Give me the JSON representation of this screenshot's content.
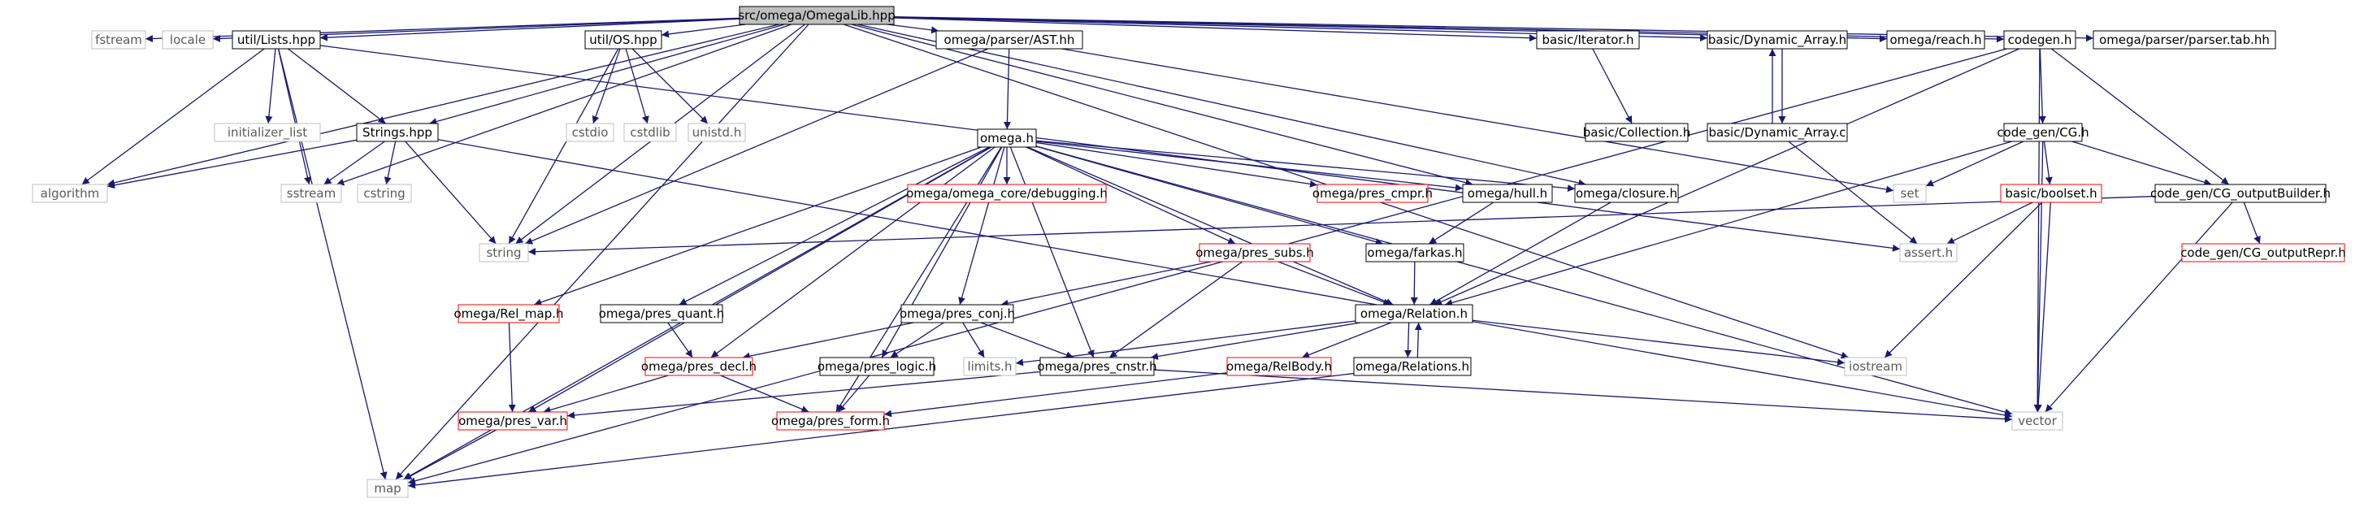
{
  "colors": {
    "edge": "#191970",
    "node_border": "#000000",
    "node_border_missing": "#bfbfbf",
    "node_border_truncated": "#ff0000",
    "root_fill": "#bfbfbf",
    "text": "#000000",
    "text_missing": "#595959"
  },
  "nodes": {
    "root": {
      "label": "src/omega/OmegaLib.hpp",
      "kind": "root"
    },
    "fstream": {
      "label": "fstream",
      "kind": "missing"
    },
    "locale": {
      "label": "locale",
      "kind": "missing"
    },
    "util_lists": {
      "label": "util/Lists.hpp",
      "kind": "normal"
    },
    "util_os": {
      "label": "util/OS.hpp",
      "kind": "normal"
    },
    "ast": {
      "label": "omega/parser/AST.hh",
      "kind": "normal"
    },
    "basic_iterator": {
      "label": "basic/Iterator.h",
      "kind": "normal"
    },
    "basic_dyn_h": {
      "label": "basic/Dynamic_Array.h",
      "kind": "normal"
    },
    "omega_reach": {
      "label": "omega/reach.h",
      "kind": "normal"
    },
    "codegen": {
      "label": "codegen.h",
      "kind": "normal"
    },
    "parser_tab": {
      "label": "omega/parser/parser.tab.hh",
      "kind": "normal"
    },
    "initializer_list": {
      "label": "initializer_list",
      "kind": "missing"
    },
    "strings": {
      "label": "Strings.hpp",
      "kind": "normal"
    },
    "cstdio": {
      "label": "cstdio",
      "kind": "missing"
    },
    "cstdlib": {
      "label": "cstdlib",
      "kind": "missing"
    },
    "unistd": {
      "label": "unistd.h",
      "kind": "missing"
    },
    "omega_h": {
      "label": "omega.h",
      "kind": "normal"
    },
    "basic_collection": {
      "label": "basic/Collection.h",
      "kind": "normal"
    },
    "basic_dyn_c": {
      "label": "basic/Dynamic_Array.c",
      "kind": "normal"
    },
    "code_gen_cg": {
      "label": "code_gen/CG.h",
      "kind": "normal"
    },
    "algorithm": {
      "label": "algorithm",
      "kind": "missing"
    },
    "sstream": {
      "label": "sstream",
      "kind": "missing"
    },
    "cstring": {
      "label": "cstring",
      "kind": "missing"
    },
    "debugging": {
      "label": "omega/omega_core/debugging.h",
      "kind": "truncated"
    },
    "pres_cmpr": {
      "label": "omega/pres_cmpr.h",
      "kind": "truncated"
    },
    "hull": {
      "label": "omega/hull.h",
      "kind": "normal"
    },
    "closure": {
      "label": "omega/closure.h",
      "kind": "normal"
    },
    "set": {
      "label": "set",
      "kind": "missing"
    },
    "boolset": {
      "label": "basic/boolset.h",
      "kind": "truncated"
    },
    "cg_output_builder": {
      "label": "code_gen/CG_outputBuilder.h",
      "kind": "normal"
    },
    "string": {
      "label": "string",
      "kind": "missing"
    },
    "assert": {
      "label": "assert.h",
      "kind": "missing"
    },
    "pres_subs": {
      "label": "omega/pres_subs.h",
      "kind": "truncated"
    },
    "farkas": {
      "label": "omega/farkas.h",
      "kind": "normal"
    },
    "cg_output_repr": {
      "label": "code_gen/CG_outputRepr.h",
      "kind": "truncated"
    },
    "rel_map": {
      "label": "omega/Rel_map.h",
      "kind": "truncated"
    },
    "pres_quant": {
      "label": "omega/pres_quant.h",
      "kind": "normal"
    },
    "pres_conj": {
      "label": "omega/pres_conj.h",
      "kind": "normal"
    },
    "relation": {
      "label": "omega/Relation.h",
      "kind": "normal"
    },
    "pres_decl": {
      "label": "omega/pres_decl.h",
      "kind": "truncated"
    },
    "pres_logic": {
      "label": "omega/pres_logic.h",
      "kind": "normal"
    },
    "limits": {
      "label": "limits.h",
      "kind": "missing"
    },
    "pres_cnstr": {
      "label": "omega/pres_cnstr.h",
      "kind": "normal"
    },
    "relbody": {
      "label": "omega/RelBody.h",
      "kind": "truncated"
    },
    "relations": {
      "label": "omega/Relations.h",
      "kind": "normal"
    },
    "iostream": {
      "label": "iostream",
      "kind": "missing"
    },
    "pres_var": {
      "label": "omega/pres_var.h",
      "kind": "truncated"
    },
    "pres_form": {
      "label": "omega/pres_form.h",
      "kind": "truncated"
    },
    "vector": {
      "label": "vector",
      "kind": "missing"
    },
    "map": {
      "label": "map",
      "kind": "missing"
    }
  },
  "edges": [
    [
      "root",
      "fstream"
    ],
    [
      "root",
      "locale"
    ],
    [
      "root",
      "util_lists"
    ],
    [
      "root",
      "util_os"
    ],
    [
      "root",
      "ast"
    ],
    [
      "root",
      "basic_iterator"
    ],
    [
      "root",
      "basic_dyn_h"
    ],
    [
      "root",
      "omega_reach"
    ],
    [
      "root",
      "codegen"
    ],
    [
      "root",
      "parser_tab"
    ],
    [
      "root",
      "algorithm"
    ],
    [
      "root",
      "strings"
    ],
    [
      "root",
      "sstream"
    ],
    [
      "root",
      "string"
    ],
    [
      "root",
      "map"
    ],
    [
      "root",
      "iostream"
    ],
    [
      "root",
      "hull"
    ],
    [
      "root",
      "closure"
    ],
    [
      "util_lists",
      "initializer_list"
    ],
    [
      "util_lists",
      "strings"
    ],
    [
      "util_lists",
      "algorithm"
    ],
    [
      "util_lists",
      "sstream"
    ],
    [
      "util_lists",
      "map"
    ],
    [
      "util_lists",
      "assert"
    ],
    [
      "strings",
      "algorithm"
    ],
    [
      "strings",
      "sstream"
    ],
    [
      "strings",
      "cstring"
    ],
    [
      "strings",
      "string"
    ],
    [
      "strings",
      "vector"
    ],
    [
      "util_os",
      "cstdio"
    ],
    [
      "util_os",
      "cstdlib"
    ],
    [
      "util_os",
      "unistd"
    ],
    [
      "util_os",
      "string"
    ],
    [
      "ast",
      "omega_h"
    ],
    [
      "ast",
      "string"
    ],
    [
      "ast",
      "set"
    ],
    [
      "basic_iterator",
      "basic_collection"
    ],
    [
      "basic_dyn_h",
      "basic_dyn_c"
    ],
    [
      "basic_dyn_c",
      "basic_dyn_h"
    ],
    [
      "basic_dyn_c",
      "assert"
    ],
    [
      "codegen",
      "code_gen_cg"
    ],
    [
      "codegen",
      "cg_output_builder"
    ],
    [
      "codegen",
      "relation"
    ],
    [
      "codegen",
      "vector"
    ],
    [
      "codegen",
      "map"
    ],
    [
      "code_gen_cg",
      "set"
    ],
    [
      "code_gen_cg",
      "boolset"
    ],
    [
      "code_gen_cg",
      "cg_output_builder"
    ],
    [
      "code_gen_cg",
      "relation"
    ],
    [
      "code_gen_cg",
      "vector"
    ],
    [
      "boolset",
      "assert"
    ],
    [
      "boolset",
      "iostream"
    ],
    [
      "boolset",
      "vector"
    ],
    [
      "cg_output_builder",
      "cg_output_repr"
    ],
    [
      "cg_output_builder",
      "string"
    ],
    [
      "cg_output_builder",
      "vector"
    ],
    [
      "omega_h",
      "debugging"
    ],
    [
      "omega_h",
      "pres_cmpr"
    ],
    [
      "omega_h",
      "hull"
    ],
    [
      "omega_h",
      "closure"
    ],
    [
      "omega_h",
      "farkas"
    ],
    [
      "omega_h",
      "pres_subs"
    ],
    [
      "omega_h",
      "relation"
    ],
    [
      "omega_h",
      "rel_map"
    ],
    [
      "omega_h",
      "pres_quant"
    ],
    [
      "omega_h",
      "pres_conj"
    ],
    [
      "omega_h",
      "pres_decl"
    ],
    [
      "omega_h",
      "pres_logic"
    ],
    [
      "omega_h",
      "pres_cnstr"
    ],
    [
      "omega_h",
      "pres_form"
    ],
    [
      "omega_h",
      "pres_var"
    ],
    [
      "omega_h",
      "vector"
    ],
    [
      "omega_h",
      "map"
    ],
    [
      "hull",
      "farkas"
    ],
    [
      "farkas",
      "relation"
    ],
    [
      "closure",
      "relation"
    ],
    [
      "pres_subs",
      "pres_conj"
    ],
    [
      "pres_subs",
      "pres_cnstr"
    ],
    [
      "pres_subs",
      "relation"
    ],
    [
      "rel_map",
      "pres_var"
    ],
    [
      "pres_quant",
      "pres_decl"
    ],
    [
      "pres_conj",
      "pres_decl"
    ],
    [
      "pres_conj",
      "pres_logic"
    ],
    [
      "pres_conj",
      "limits"
    ],
    [
      "pres_conj",
      "pres_cnstr"
    ],
    [
      "relation",
      "pres_cnstr"
    ],
    [
      "relation",
      "limits"
    ],
    [
      "relation",
      "relbody"
    ],
    [
      "relation",
      "relations"
    ],
    [
      "relation",
      "iostream"
    ],
    [
      "relations",
      "relation"
    ],
    [
      "relations",
      "map"
    ],
    [
      "relbody",
      "pres_form"
    ],
    [
      "pres_decl",
      "pres_var"
    ],
    [
      "pres_decl",
      "pres_form"
    ],
    [
      "pres_logic",
      "pres_form"
    ],
    [
      "pres_cnstr",
      "pres_var"
    ],
    [
      "pres_cnstr",
      "vector"
    ],
    [
      "pres_var",
      "map"
    ]
  ]
}
